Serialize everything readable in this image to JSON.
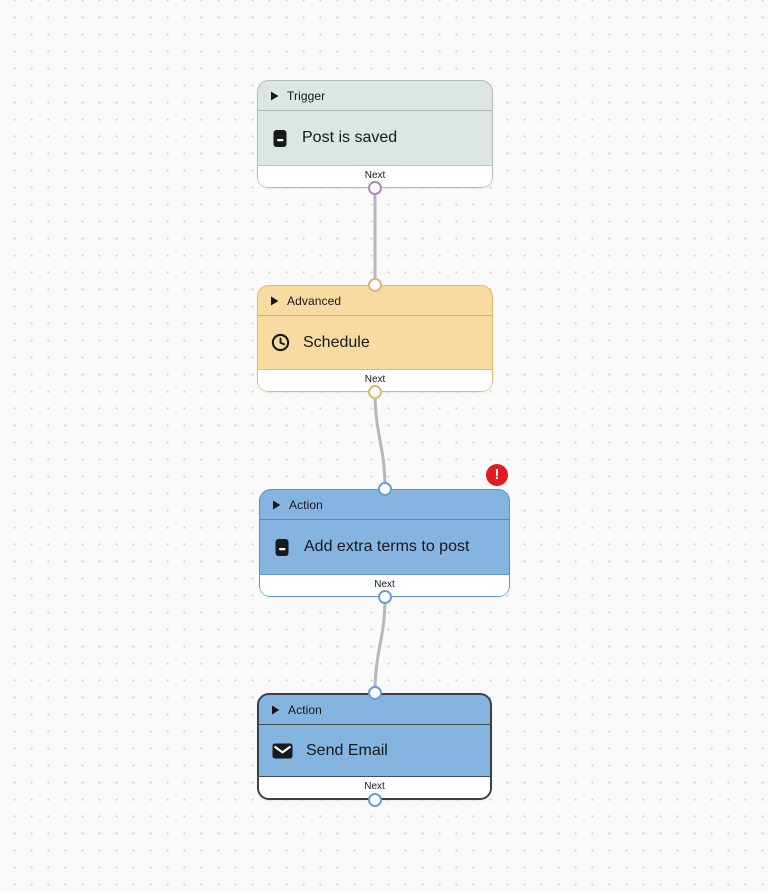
{
  "canvas": {
    "background_color": "#fafafa",
    "dot_color": "#d9d9d9",
    "connector_color": "#b6b6be"
  },
  "nodes": [
    {
      "id": "trigger-1",
      "category": "Trigger",
      "title": "Post is saved",
      "icon": "document-icon",
      "output_label": "Next",
      "fill": "#dde6e0",
      "border": "#b5bcb8",
      "port_color": "#b289b9",
      "selected": false,
      "has_error": false
    },
    {
      "id": "advanced-1",
      "category": "Advanced",
      "title": "Schedule",
      "icon": "clock-icon",
      "output_label": "Next",
      "fill": "#f7dba1",
      "border": "#dcba74",
      "port_color": "#d9b878",
      "selected": false,
      "has_error": false
    },
    {
      "id": "action-1",
      "category": "Action",
      "title": "Add extra terms to post",
      "icon": "document-icon",
      "output_label": "Next",
      "fill": "#85b4e1",
      "border": "#5d94c9",
      "port_color": "#699dd3",
      "selected": false,
      "has_error": true
    },
    {
      "id": "action-2",
      "category": "Action",
      "title": "Send Email",
      "icon": "mail-icon",
      "output_label": "Next",
      "fill": "#85b4e1",
      "border": "#3c4147",
      "port_color": "#699dd3",
      "selected": true,
      "has_error": false
    }
  ],
  "connections": [
    {
      "from": "trigger-1",
      "from_port": "Next",
      "to": "advanced-1"
    },
    {
      "from": "advanced-1",
      "from_port": "Next",
      "to": "action-1"
    },
    {
      "from": "action-1",
      "from_port": "Next",
      "to": "action-2"
    }
  ],
  "error_badge": {
    "symbol": "!",
    "color": "#e11b22"
  }
}
